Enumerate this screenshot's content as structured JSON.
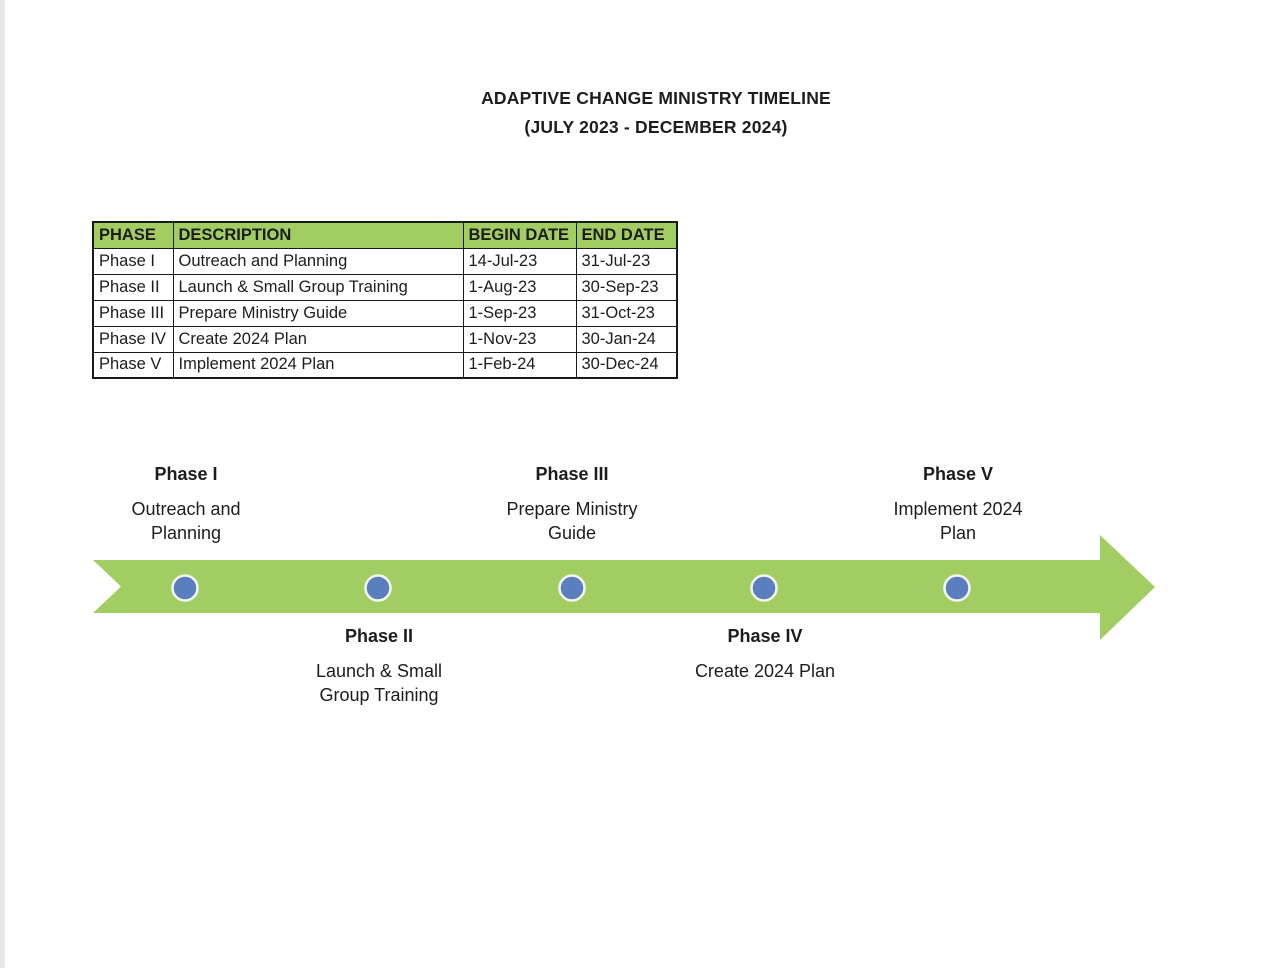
{
  "title": {
    "line1": "ADAPTIVE CHANGE MINISTRY TIMELINE",
    "line2": "(JULY 2023 - DECEMBER 2024)"
  },
  "colors": {
    "green": "#A2CD63",
    "dot_blue": "#5B7FBE",
    "dot_ring": "#F4F7EE",
    "table_border": "#1a1a1a",
    "text": "#1d1d1d",
    "edge_strip": "#E7E7EC"
  },
  "table": {
    "headers": [
      "PHASE",
      "DESCRIPTION",
      "BEGIN DATE",
      "END DATE"
    ],
    "rows": [
      [
        "Phase I",
        "Outreach and Planning",
        "14-Jul-23",
        "31-Jul-23"
      ],
      [
        "Phase II",
        "Launch & Small Group Training",
        "1-Aug-23",
        "30-Sep-23"
      ],
      [
        "Phase III",
        "Prepare Ministry Guide",
        "1-Sep-23",
        "31-Oct-23"
      ],
      [
        "Phase IV",
        "Create 2024 Plan",
        "1-Nov-23",
        "30-Jan-24"
      ],
      [
        "Phase V",
        "Implement 2024 Plan",
        "1-Feb-24",
        "30-Dec-24"
      ]
    ]
  },
  "timeline": {
    "phases": [
      {
        "title": "Phase I",
        "description": "Outreach and\nPlanning",
        "position": "above"
      },
      {
        "title": "Phase II",
        "description": "Launch & Small\nGroup Training",
        "position": "below"
      },
      {
        "title": "Phase III",
        "description": "Prepare Ministry\nGuide",
        "position": "above"
      },
      {
        "title": "Phase IV",
        "description": "Create 2024 Plan",
        "position": "below"
      },
      {
        "title": "Phase V",
        "description": "Implement 2024\nPlan",
        "position": "above"
      }
    ]
  }
}
